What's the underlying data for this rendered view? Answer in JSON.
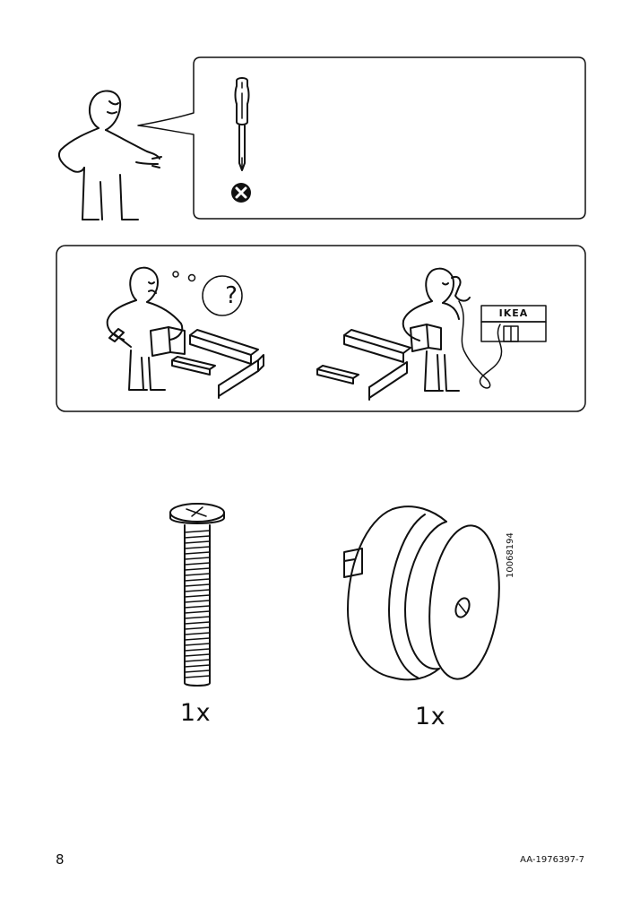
{
  "illustrations": {
    "tool_callout": {
      "brand_sign": ""
    },
    "help_panel": {
      "brand_sign": "IKEA",
      "question_mark": "?"
    }
  },
  "parts": [
    {
      "name": "bolt",
      "quantity": "1x"
    },
    {
      "name": "knob",
      "quantity": "1x",
      "article_number": "10068194"
    }
  ],
  "footer": {
    "page_number": "8",
    "document_code": "AA-1976397-7"
  }
}
